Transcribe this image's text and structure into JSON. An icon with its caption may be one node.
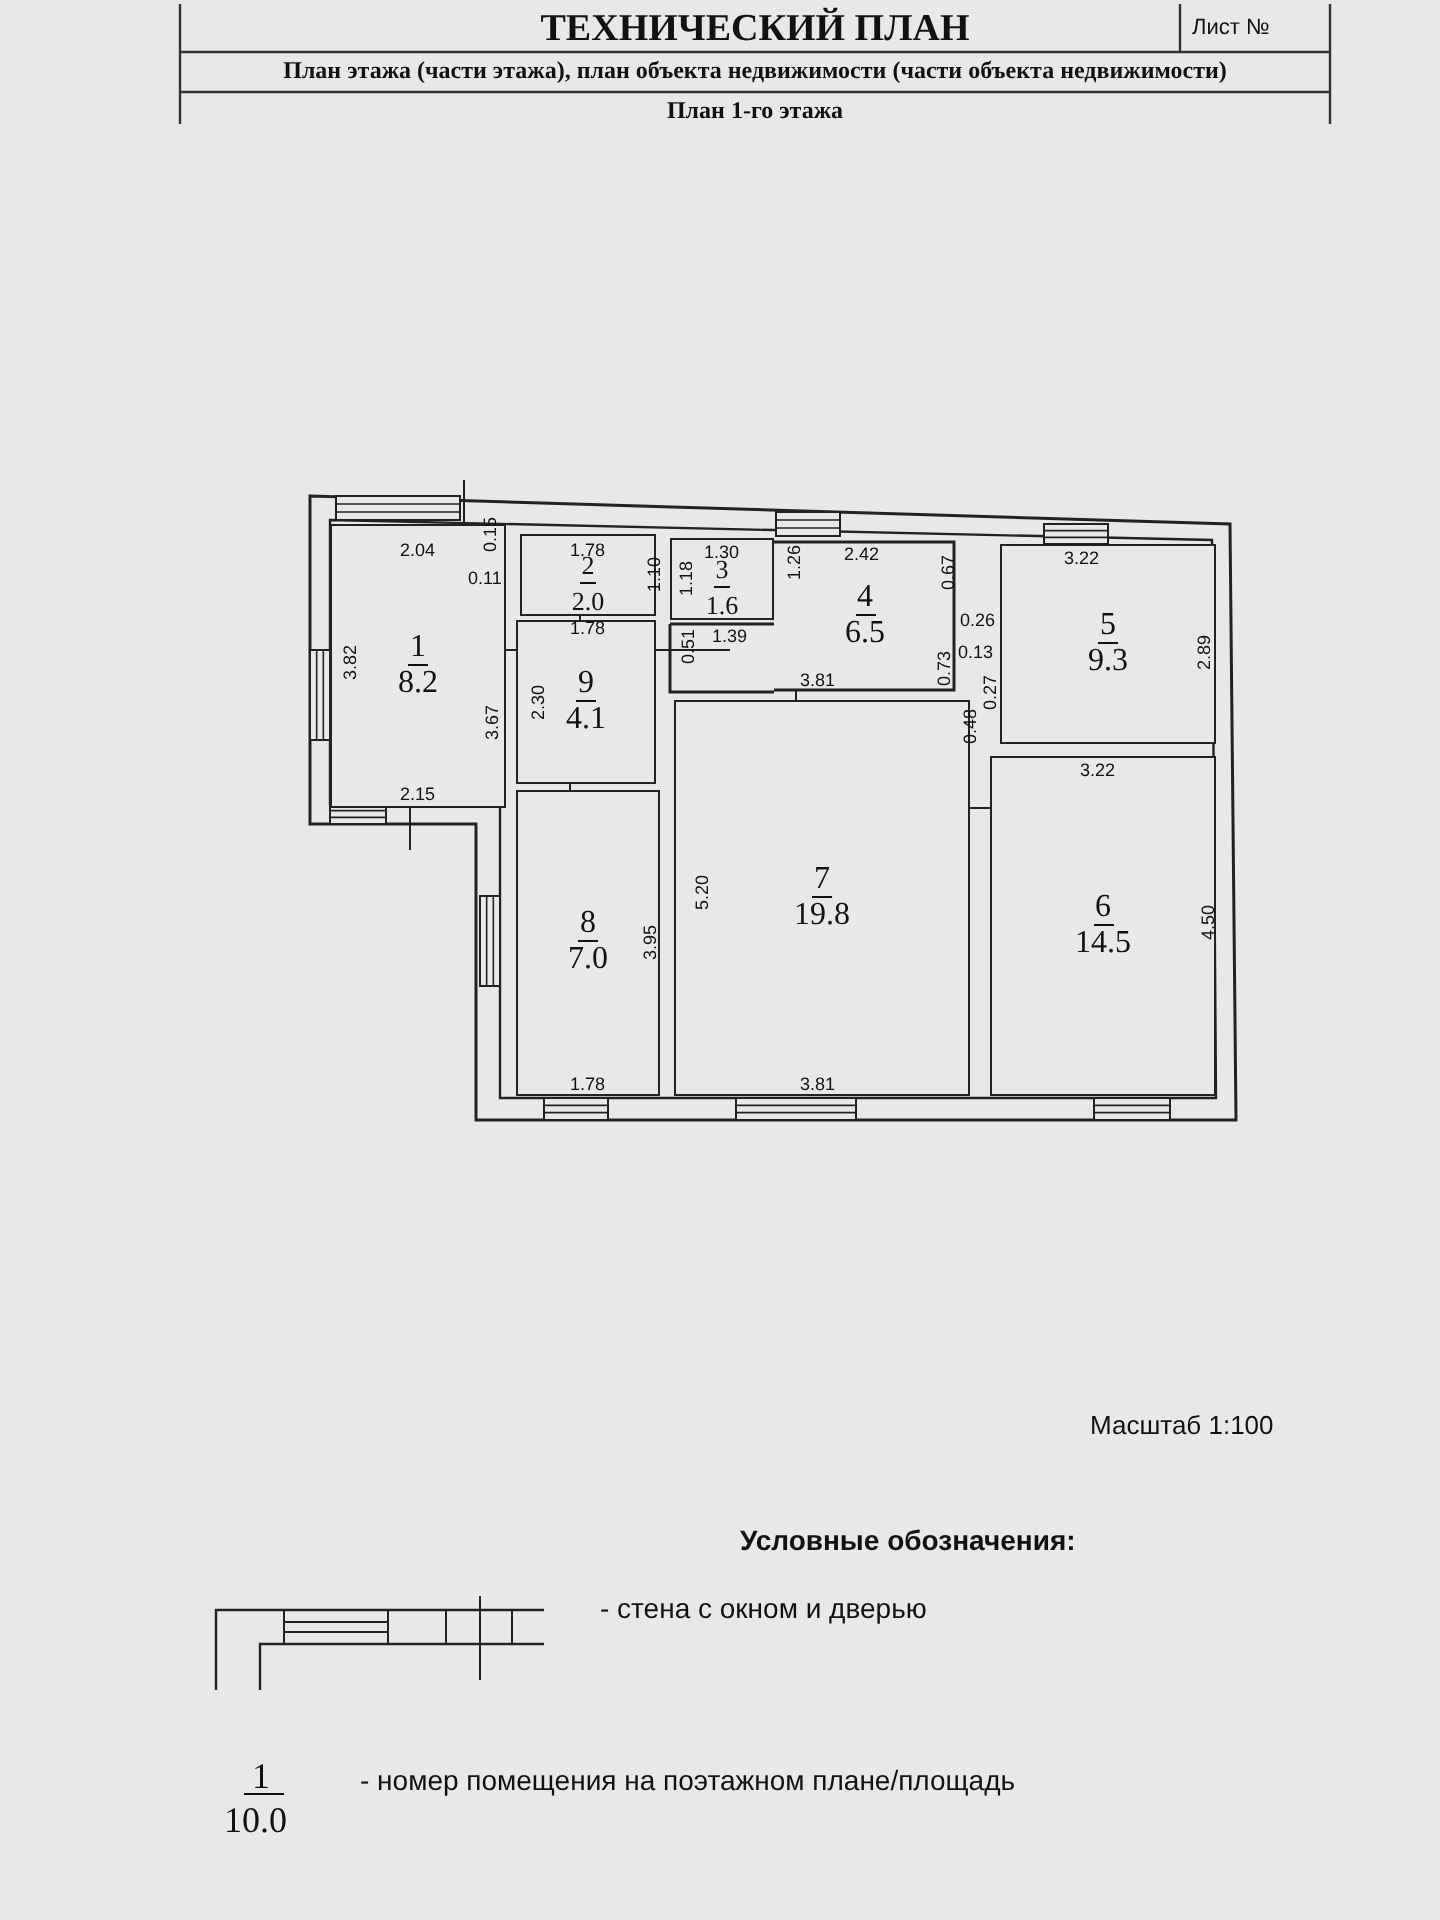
{
  "diagram": {
    "title": "ТЕХНИЧЕСКИЙ ПЛАН",
    "nodes": [
      {
        "text": [
          "1",
          "8.2"
        ]
      },
      {
        "text": [
          "2",
          "2.0"
        ]
      },
      {
        "text": [
          "3",
          "1.6"
        ]
      },
      {
        "text": [
          "4",
          "6.5"
        ]
      },
      {
        "text": [
          "5",
          "9.3"
        ]
      },
      {
        "text": [
          "6",
          "14.5"
        ]
      },
      {
        "text": [
          "7",
          "19.8"
        ]
      },
      {
        "text": [
          "8",
          "7.0"
        ]
      },
      {
        "text": [
          "9",
          "4.1"
        ]
      }
    ],
    "edges": [],
    "labels": [
      "Лист №",
      "План этажа (части этажа), план объекта недвижимости (части объекта недвижимости)",
      "План 1-го этажа",
      "2.04",
      "0.15",
      "1.78",
      "1.30",
      "1.26",
      "2.42",
      "3.22",
      "0.11",
      "1.10",
      "1.18",
      "0.67",
      "3.82",
      "1.78",
      "1.39",
      "0.51",
      "0.26",
      "2.89",
      "2.30",
      "0.73",
      "0.13",
      "3.81",
      "0.27",
      "3.67",
      "0.48",
      "3.22",
      "2.15",
      "5.20",
      "3.95",
      "4.50",
      "1.78",
      "3.81",
      "Масштаб 1:100",
      "Условные обозначения:",
      "1",
      "10.0"
    ],
    "legend": [
      {
        "text": "- стена с окном и дверью"
      },
      {
        "text": "- номер помещения на поэтажном плане/площадь"
      }
    ]
  }
}
